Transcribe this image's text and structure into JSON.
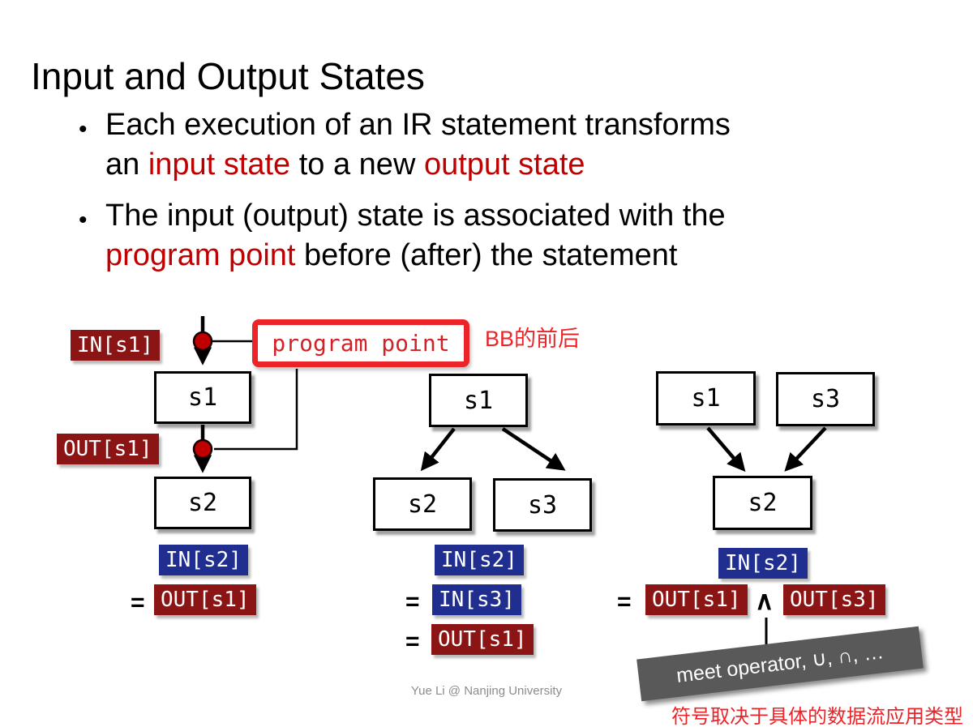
{
  "slide": {
    "title": "Input and Output States",
    "footer": "Yue Li @ Nanjing University",
    "bullet_marker": "•"
  },
  "bullets": {
    "b1": {
      "line1": "Each execution of an IR statement transforms",
      "line2_pre": "an ",
      "line2_red1": "input state",
      "line2_mid": " to a new ",
      "line2_red2": "output state"
    },
    "b2": {
      "line1": "The input (output) state is associated with the",
      "line2_red": "program point",
      "line2_post": " before (after) the statement"
    }
  },
  "diagram1": {
    "in_label": "IN[s1]",
    "out_label": "OUT[s1]",
    "s1": "s1",
    "s2": "s2",
    "callout": "program point",
    "callout_note": "BB的前后",
    "eq": {
      "in_s2": "IN[s2]",
      "eq1": "=",
      "out_s1": "OUT[s1]"
    }
  },
  "diagram2": {
    "s1": "s1",
    "s2": "s2",
    "s3": "s3",
    "eq": {
      "in_s2": "IN[s2]",
      "eq1": "=",
      "in_s3": "IN[s3]",
      "eq2": "=",
      "out_s1": "OUT[s1]"
    }
  },
  "diagram3": {
    "s1": "s1",
    "s3": "s3",
    "s2": "s2",
    "eq": {
      "in_s2": "IN[s2]",
      "eq1": "=",
      "out_s1": "OUT[s1]",
      "meet": "∧",
      "out_s3": "OUT[s3]"
    },
    "meet_note": "meet operator, ∪, ∩, …",
    "meet_caption": "符号取决于具体的数据流应用类型"
  },
  "colors": {
    "label_dark_red": "#8B1515",
    "label_blue": "#1F2E8F",
    "bright_red": "#EA2428",
    "callout_text_red": "#D22227",
    "inline_text_red": "#C00000",
    "program_point_dot": "#C00000",
    "meet_box_gray": "#595959",
    "footer_gray": "#8C8C8C"
  }
}
